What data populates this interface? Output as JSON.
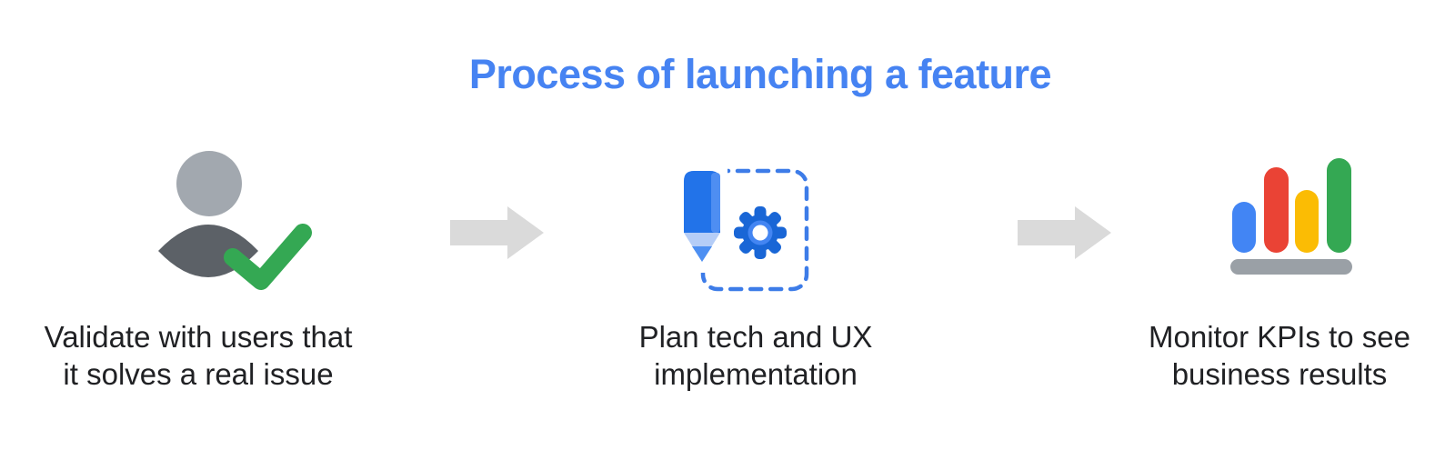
{
  "title": {
    "text": "Process of launching a feature"
  },
  "steps": [
    {
      "name": "validate",
      "icon": "person-check-icon",
      "caption_line1": "Validate with users that",
      "caption_line2": "it solves a real issue"
    },
    {
      "name": "plan",
      "icon": "pencil-gear-icon",
      "caption_line1": "Plan tech and UX",
      "caption_line2": "implementation"
    },
    {
      "name": "monitor",
      "icon": "bar-chart-icon",
      "caption_line1": "Monitor KPIs to see",
      "caption_line2": "business results"
    }
  ],
  "arrows": {
    "count": 2,
    "direction": "right"
  },
  "colors": {
    "title_blue": "#4683F2",
    "caption_text": "#202124",
    "arrow_gray": "#DADADA",
    "person_head_gray": "#A2A8AF",
    "person_body_gray": "#5C6167",
    "check_green": "#34A853",
    "pencil_body_blue": "#2273E9",
    "pencil_highlight_blue": "#4E8EF2",
    "pencil_wood_blue": "#B5CDF7",
    "pencil_tip_blue": "#4D8FF2",
    "gear_blue": "#1966D6",
    "gear_ring_blue": "#4385F2",
    "dashed_box_blue": "#3D7CE8",
    "bar_blue": "#4285F4",
    "bar_red": "#EA4335",
    "bar_yellow": "#FBBC04",
    "bar_green": "#34A853",
    "chart_base_gray": "#9AA0A6"
  }
}
